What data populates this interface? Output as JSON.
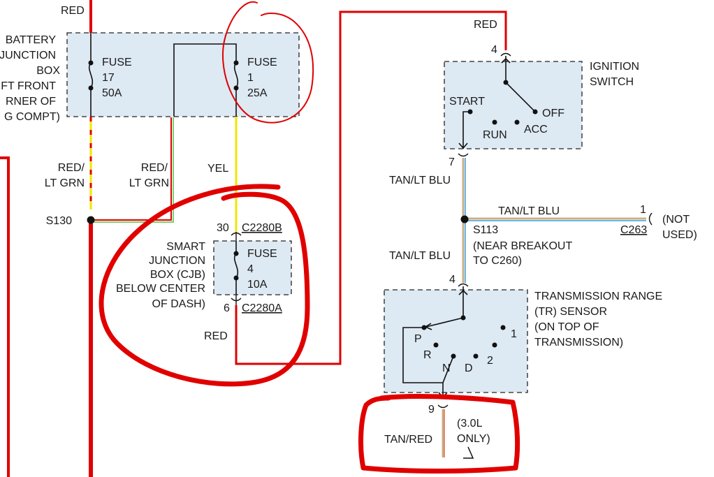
{
  "colors": {
    "red": "#e00000",
    "yellow": "#f2e600",
    "lt_green": "#7fce6b",
    "tan": "#c8b08a",
    "lt_blue": "#6fb6e6",
    "box_fill": "#dde9f3",
    "annotation": "#e00000"
  },
  "battery_junction_box": {
    "label_lines": [
      "RED",
      "BATTERY",
      "JUNCTION",
      "BOX",
      "FT FRONT",
      "RNER OF",
      "G COMPT)"
    ],
    "fuse17": [
      "FUSE",
      "17",
      "50A"
    ],
    "fuse1": [
      "FUSE",
      "1",
      "25A"
    ]
  },
  "wires": {
    "red_lt_grn_1": [
      "RED/",
      "LT GRN"
    ],
    "red_lt_grn_2": [
      "RED/",
      "LT GRN"
    ],
    "yel": "YEL",
    "splice_s130": "S130",
    "red_cjb_out": "RED",
    "red_top": "RED"
  },
  "smart_junction_box": {
    "connector_top_pin": "30",
    "connector_top": "C2280B",
    "connector_bottom_pin": "6",
    "connector_bottom": "C2280A",
    "label_lines": [
      "SMART",
      "JUNCTION",
      "BOX (CJB)",
      "BELOW CENTER",
      "OF DASH)"
    ],
    "fuse4": [
      "FUSE",
      "4",
      "10A"
    ]
  },
  "ignition_switch": {
    "pin_in": "4",
    "pin_out": "7",
    "label_lines": [
      "IGNITION",
      "SWITCH"
    ],
    "positions": [
      "START",
      "OFF",
      "RUN",
      "ACC"
    ]
  },
  "splice_s113": {
    "wire_up": "TAN/LT BLU",
    "wire_right": "TAN/LT BLU",
    "wire_down": "TAN/LT BLU",
    "label_lines": [
      "S113",
      "(NEAR BREAKOUT",
      "TO C260)"
    ],
    "connector_pin": "1",
    "connector": "C263",
    "not_used": [
      "(NOT",
      "USED)"
    ]
  },
  "tr_sensor": {
    "pin_in": "4",
    "pin_out": "9",
    "label_lines": [
      "TRANSMISSION RANGE",
      "(TR) SENSOR",
      "(ON TOP OF",
      "TRANSMISSION)"
    ],
    "positions": [
      "P",
      "R",
      "N",
      "D",
      "2",
      "1"
    ]
  },
  "output": {
    "wire": "TAN/RED",
    "note": [
      "(3.0L",
      "ONLY)"
    ]
  }
}
